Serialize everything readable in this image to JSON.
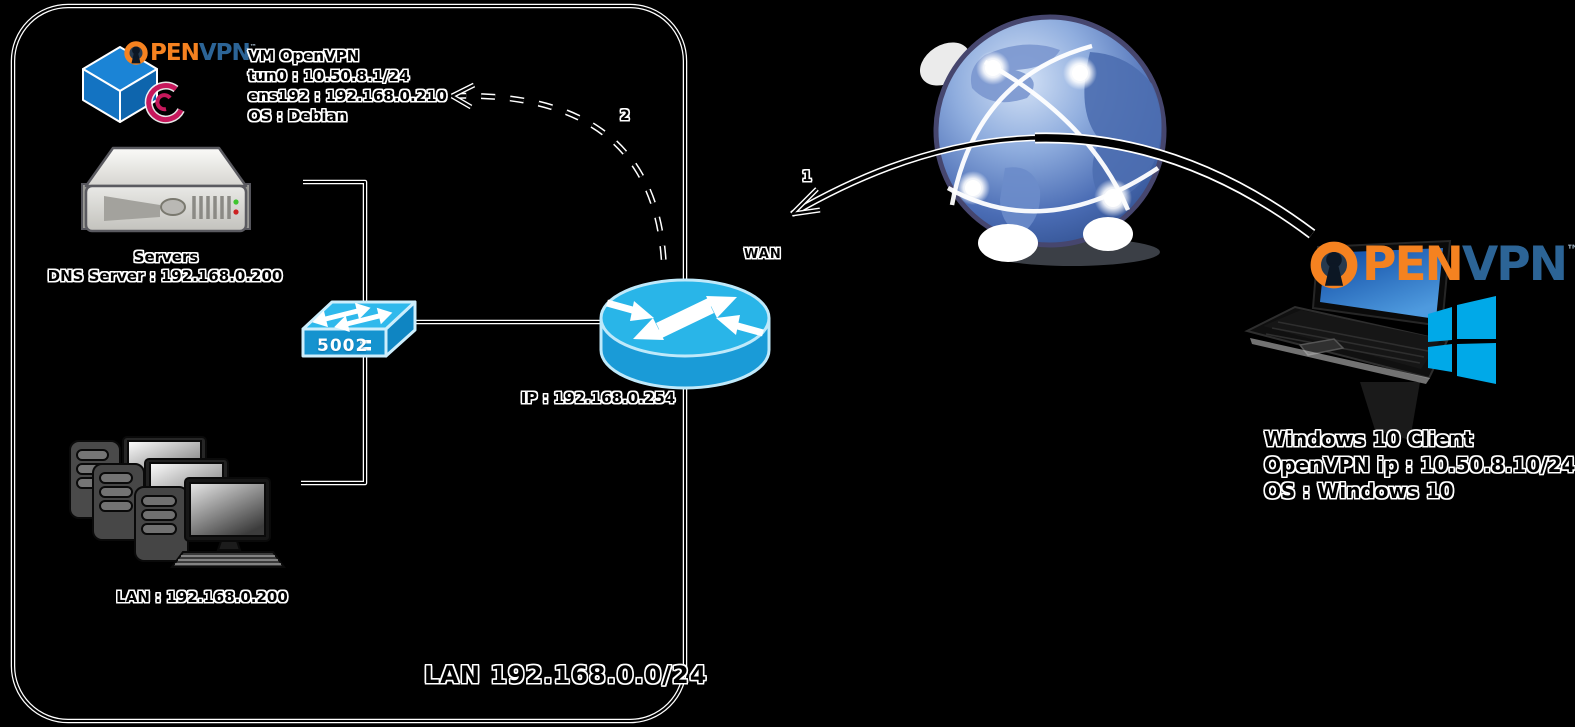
{
  "lan_box": {
    "label": "LAN 192.168.0.0/24"
  },
  "vm_openvpn": {
    "title": "VM OpenVPN",
    "tun0": "tun0 : 10.50.8.1/24",
    "ens192": "ens192 : 192.168.0.210",
    "os": "OS : Debian"
  },
  "servers": {
    "title": "Servers",
    "dns": "DNS Server : 192.168.0.200"
  },
  "switch": {
    "model": "5002"
  },
  "router": {
    "ip": "IP : 192.168.0.254"
  },
  "wan": {
    "label": "WAN"
  },
  "lan_cluster": {
    "label": "LAN : 192.168.0.200"
  },
  "client": {
    "title": "Windows 10 Client",
    "openvpn_ip": "OpenVPN ip : 10.50.8.10/24",
    "os": "OS : Windows 10"
  },
  "flows": {
    "step1": "1",
    "step2": "2"
  },
  "openvpn_brand": {
    "open_part": "PEN",
    "vpn_part": "VPN",
    "trademark": "™"
  },
  "colors": {
    "openvpn_orange": "#f58220",
    "openvpn_vpn_blue": "#2c6496",
    "cisco_cyan": "#29b5e8",
    "cisco_cyan_dark": "#1590cc",
    "windows_blue": "#00a9e8",
    "debian_magenta": "#c6185c",
    "globe_blue": "#5c7fc2"
  }
}
